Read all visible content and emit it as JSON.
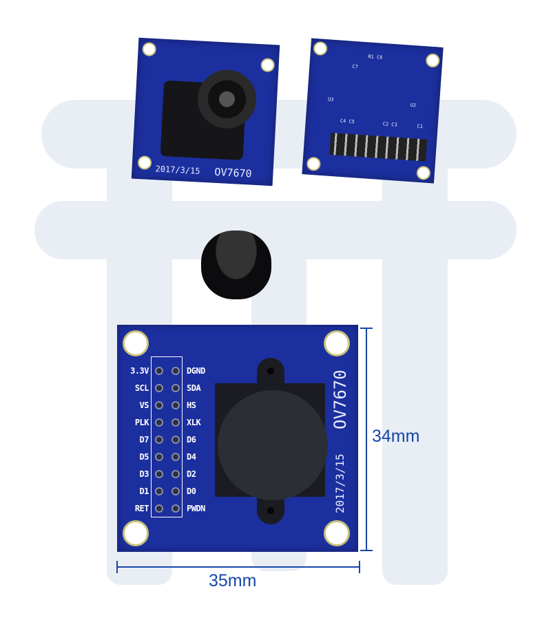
{
  "product": {
    "model_label": "OV7670",
    "date_label": "2017/3/15",
    "pins_left": [
      "3.3V",
      "SCL",
      "VS",
      "PLK",
      "D7",
      "D5",
      "D3",
      "D1",
      "RET"
    ],
    "pins_right": [
      "DGND",
      "SDA",
      "HS",
      "XLK",
      "D6",
      "D4",
      "D2",
      "D0",
      "PWDN"
    ],
    "back_labels": [
      "R1 C6",
      "C7",
      "U3",
      "U2",
      "C4 C5",
      "C2 C3",
      "C1"
    ]
  },
  "dimensions": {
    "height": "34mm",
    "width": "35mm"
  },
  "colors": {
    "pcb": "#1c2f9e",
    "dimension": "#1646a8",
    "watermark": "#e9eef5"
  }
}
